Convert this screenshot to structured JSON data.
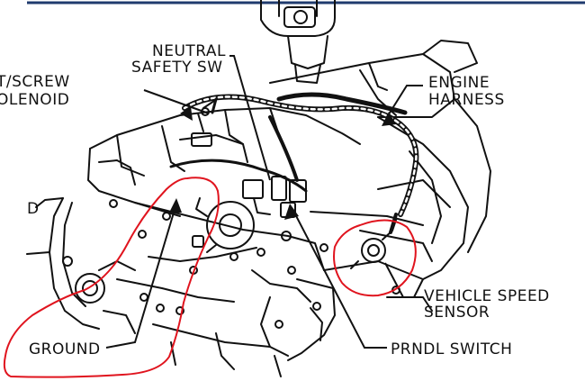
{
  "labels": {
    "solenoid_line1": "T/SCREW",
    "solenoid_line2": "OLENOID",
    "neutral_line1": "NEUTRAL",
    "neutral_line2": "SAFETY SW",
    "engine_line1": "ENGINE",
    "engine_line2": "HARNESS",
    "edge_letter": "D",
    "vss_line1": "VEHICLE SPEED",
    "vss_line2": "SENSOR",
    "ground": "GROUND",
    "prndl": "PRNDL SWITCH"
  },
  "colors": {
    "ink": "#111111",
    "annotation": "#e0141e",
    "top_rule": "#1f3b6e"
  }
}
